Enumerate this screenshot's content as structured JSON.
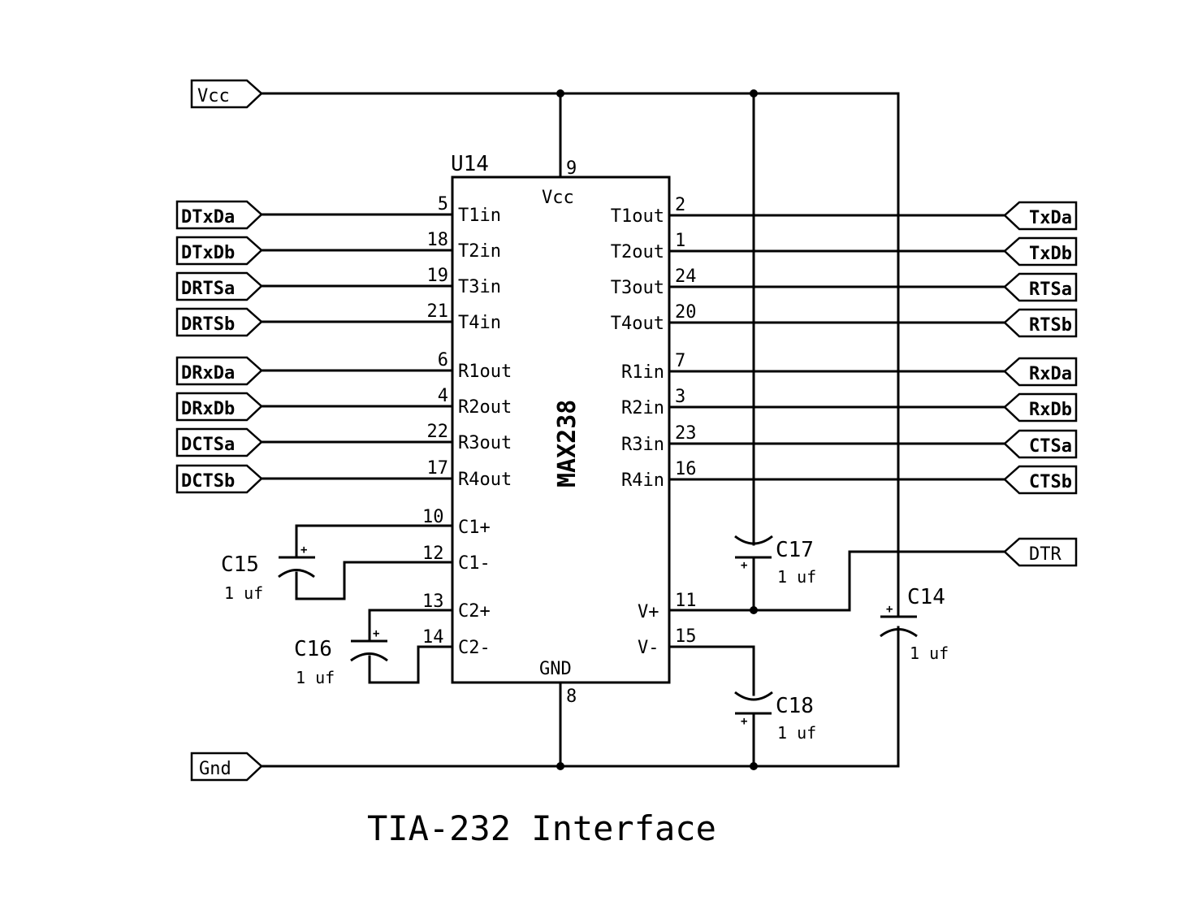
{
  "title": "TIA-232 Interface",
  "ic": {
    "ref": "U14",
    "part": "MAX238",
    "vcc_pin": {
      "num": "9",
      "name": "Vcc"
    },
    "gnd_pin": {
      "num": "8",
      "name": "GND"
    },
    "left_pins": [
      {
        "num": "5",
        "name": "T1in",
        "net": "DTxDa"
      },
      {
        "num": "18",
        "name": "T2in",
        "net": "DTxDb"
      },
      {
        "num": "19",
        "name": "T3in",
        "net": "DRTSa"
      },
      {
        "num": "21",
        "name": "T4in",
        "net": "DRTSb"
      },
      {
        "num": "6",
        "name": "R1out",
        "net": "DRxDa"
      },
      {
        "num": "4",
        "name": "R2out",
        "net": "DRxDb"
      },
      {
        "num": "22",
        "name": "R3out",
        "net": "DCTSa"
      },
      {
        "num": "17",
        "name": "R4out",
        "net": "DCTSb"
      },
      {
        "num": "10",
        "name": "C1+"
      },
      {
        "num": "12",
        "name": "C1-"
      },
      {
        "num": "13",
        "name": "C2+"
      },
      {
        "num": "14",
        "name": "C2-"
      }
    ],
    "right_pins": [
      {
        "num": "2",
        "name": "T1out",
        "net": "TxDa"
      },
      {
        "num": "1",
        "name": "T2out",
        "net": "TxDb"
      },
      {
        "num": "24",
        "name": "T3out",
        "net": "RTSa"
      },
      {
        "num": "20",
        "name": "T4out",
        "net": "RTSb"
      },
      {
        "num": "7",
        "name": "R1in",
        "net": "RxDa"
      },
      {
        "num": "3",
        "name": "R2in",
        "net": "RxDb"
      },
      {
        "num": "23",
        "name": "R3in",
        "net": "CTSa"
      },
      {
        "num": "16",
        "name": "R4in",
        "net": "CTSb"
      },
      {
        "num": "11",
        "name": "V+"
      },
      {
        "num": "15",
        "name": "V-"
      }
    ]
  },
  "power_ports": {
    "vcc": "Vcc",
    "gnd": "Gnd"
  },
  "dtr_port": "DTR",
  "capacitors": [
    {
      "ref": "C15",
      "value": "1 uf"
    },
    {
      "ref": "C16",
      "value": "1 uf"
    },
    {
      "ref": "C17",
      "value": "1 uf"
    },
    {
      "ref": "C18",
      "value": "1 uf"
    },
    {
      "ref": "C14",
      "value": "1 uf"
    }
  ],
  "plus_sign": "+"
}
